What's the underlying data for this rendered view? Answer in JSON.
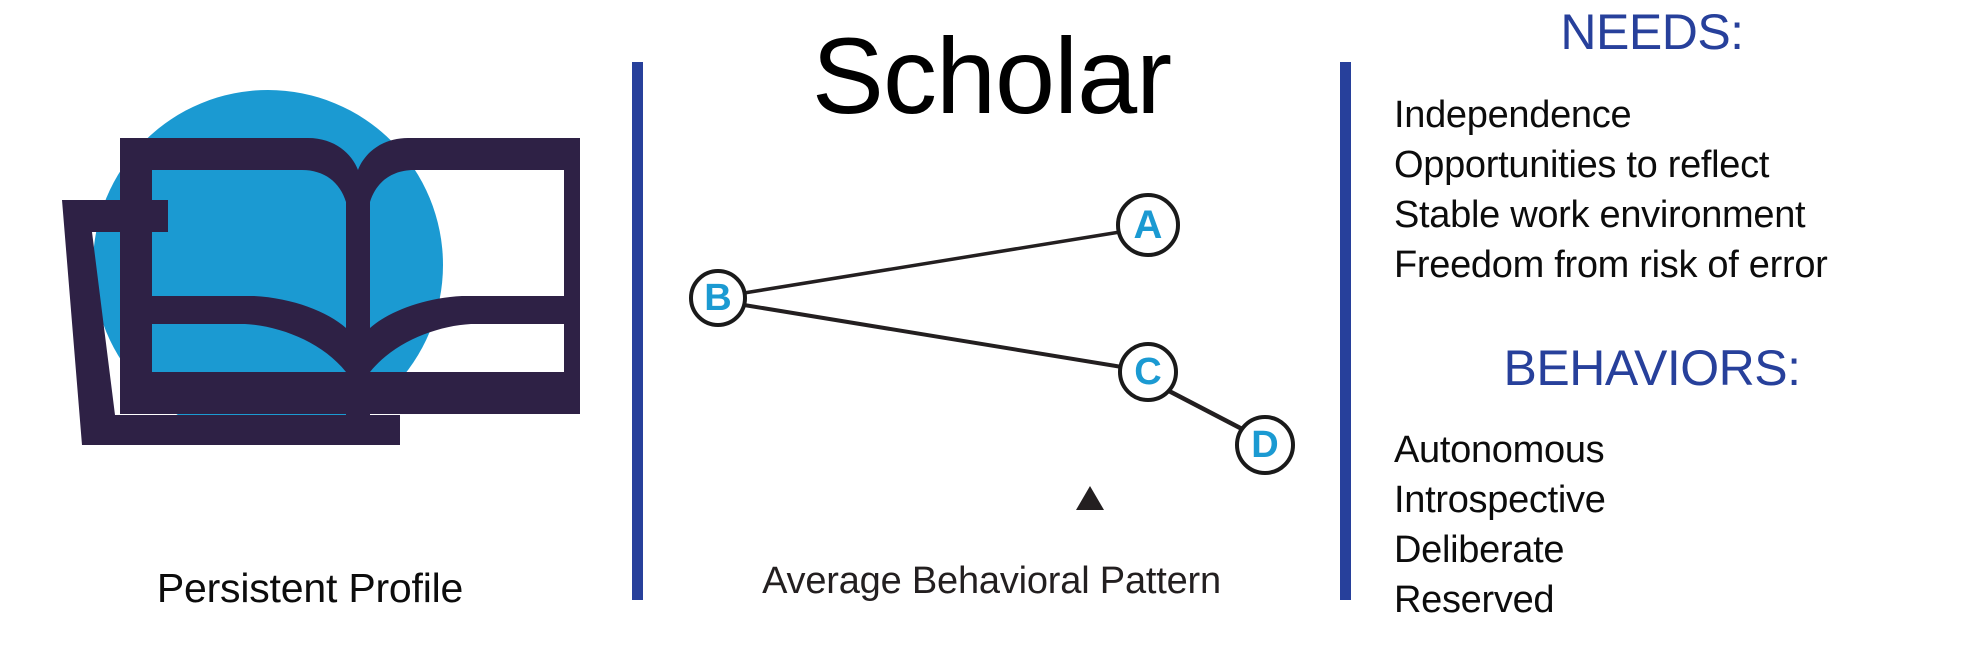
{
  "profile": {
    "icon_name": "open-book-icon",
    "caption": "Persistent Profile",
    "circle_color": "#1B9AD2",
    "book_color": "#2E2145"
  },
  "center": {
    "title": "Scholar",
    "caption": "Average Behavioral Pattern",
    "node_label_color": "#1B9AD2",
    "marker_name": "average-marker-triangle"
  },
  "dividers": {
    "color": "#27409B"
  },
  "info": {
    "heading_color": "#27409B",
    "needs": {
      "heading": "NEEDS:",
      "items": [
        "Independence",
        "Opportunities to reflect",
        "Stable work environment",
        "Freedom from risk of error"
      ]
    },
    "behaviors": {
      "heading": "BEHAVIORS:",
      "items": [
        "Autonomous",
        "Introspective",
        "Deliberate",
        "Reserved"
      ]
    }
  },
  "chart_data": {
    "type": "scatter",
    "title": "Average Behavioral Pattern",
    "xlabel": "",
    "ylabel": "",
    "xlim": [
      0,
      697
    ],
    "ylim": [
      0,
      380
    ],
    "grid": false,
    "legend": null,
    "categories": [
      "A",
      "B",
      "C",
      "D"
    ],
    "points": [
      {
        "label": "A",
        "x": 505,
        "y": 65,
        "r": 30
      },
      {
        "label": "B",
        "x": 75,
        "y": 138,
        "r": 27
      },
      {
        "label": "C",
        "x": 505,
        "y": 212,
        "r": 28
      },
      {
        "label": "D",
        "x": 622,
        "y": 285,
        "r": 28
      }
    ],
    "edges": [
      {
        "from": "B",
        "to": "A"
      },
      {
        "from": "B",
        "to": "C"
      },
      {
        "from": "C",
        "to": "D"
      }
    ],
    "markers": [
      {
        "name": "average-marker-triangle",
        "shape": "triangle",
        "x": 447,
        "y": 340,
        "size": 28
      }
    ]
  }
}
